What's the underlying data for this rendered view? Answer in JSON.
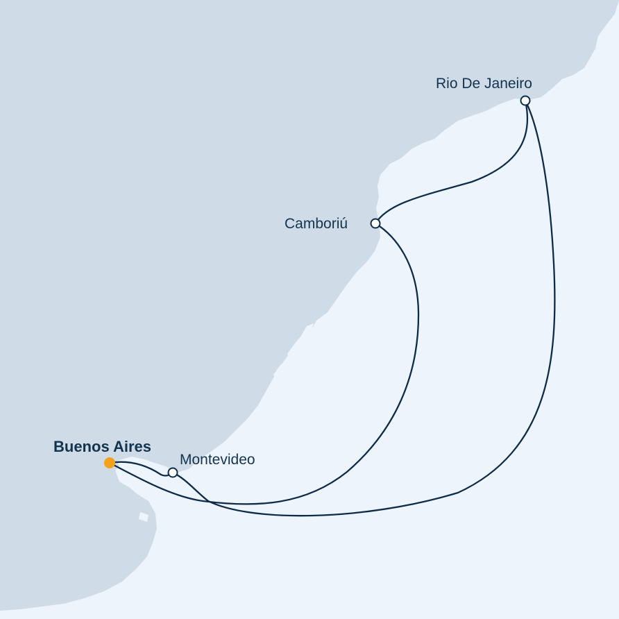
{
  "map": {
    "colors": {
      "sea": "#eef4fb",
      "land": "#cfdbe7",
      "route": "#0e2c47",
      "port_fill": "#ffffff",
      "home_port": "#f5a11c",
      "label": "#13344f"
    },
    "home_port": {
      "name": "Buenos Aires"
    },
    "ports": [
      {
        "name": "Montevideo"
      },
      {
        "name": "Camboriú"
      },
      {
        "name": "Rio De Janeiro"
      }
    ]
  }
}
